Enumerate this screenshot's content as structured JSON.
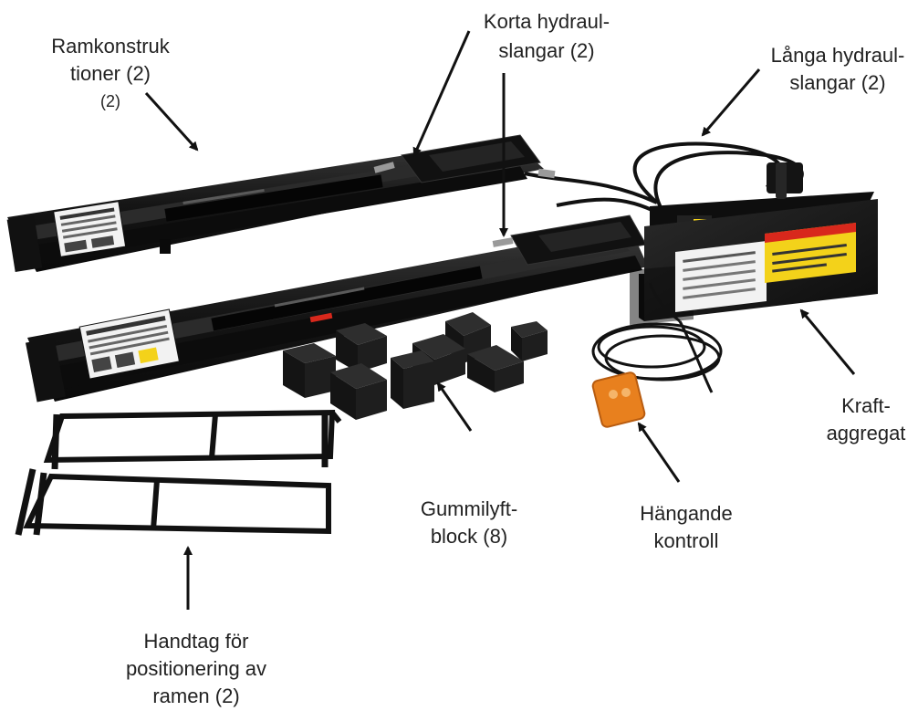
{
  "labels": {
    "frames": [
      "Ramkonstruk",
      "tioner (2)",
      "(2)"
    ],
    "short_hoses": [
      "Korta hydraul-",
      "slangar (2)"
    ],
    "long_hoses": [
      "Långa hydraul-",
      "slangar (2)"
    ],
    "power_unit": [
      "Kraft-",
      "aggregat"
    ],
    "rubber_blocks": [
      "Gummilyft-",
      "block (8)"
    ],
    "pendant": [
      "Hängande",
      "kontroll"
    ],
    "handles": [
      "Handtag för",
      "positionering av",
      "ramen (2)"
    ]
  },
  "colors": {
    "steel": "#151515",
    "steel_highlight": "#3a3a3a",
    "decal_white": "#f2f2f2",
    "decal_yellow": "#f3d21a",
    "decal_red": "#d8281c",
    "pendant_orange": "#e8801e",
    "rubber": "#1e1e1e",
    "arrow": "#111111"
  }
}
